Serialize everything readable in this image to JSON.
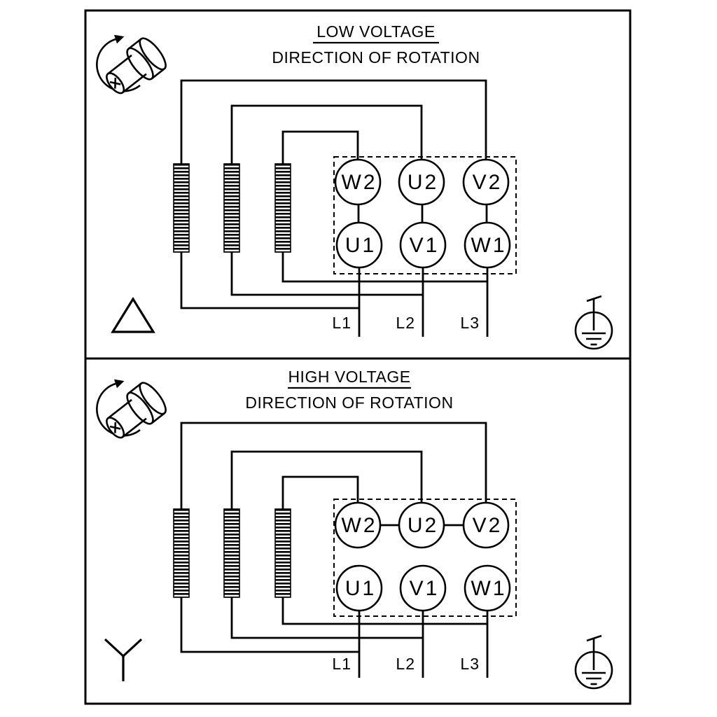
{
  "colors": {
    "line": "#000000",
    "background": "#ffffff"
  },
  "panels": [
    {
      "name": "low-voltage",
      "title": "LOW VOLTAGE",
      "subtitle": "DIRECTION OF ROTATION",
      "connection": "delta",
      "terminals_top": [
        "W2",
        "U2",
        "V2"
      ],
      "terminals_bottom": [
        "U1",
        "V1",
        "W1"
      ],
      "supply_lines": [
        "L1",
        "L2",
        "L3"
      ]
    },
    {
      "name": "high-voltage",
      "title": "HIGH VOLTAGE",
      "subtitle": "DIRECTION OF ROTATION",
      "connection": "star",
      "terminals_top": [
        "W2",
        "U2",
        "V2"
      ],
      "terminals_bottom": [
        "U1",
        "V1",
        "W1"
      ],
      "supply_lines": [
        "L1",
        "L2",
        "L3"
      ]
    }
  ],
  "icons": {
    "rotation": "motor-rotation-icon",
    "earth": "protective-earth-icon",
    "delta": "delta-connection-icon",
    "star": "star-connection-icon"
  }
}
